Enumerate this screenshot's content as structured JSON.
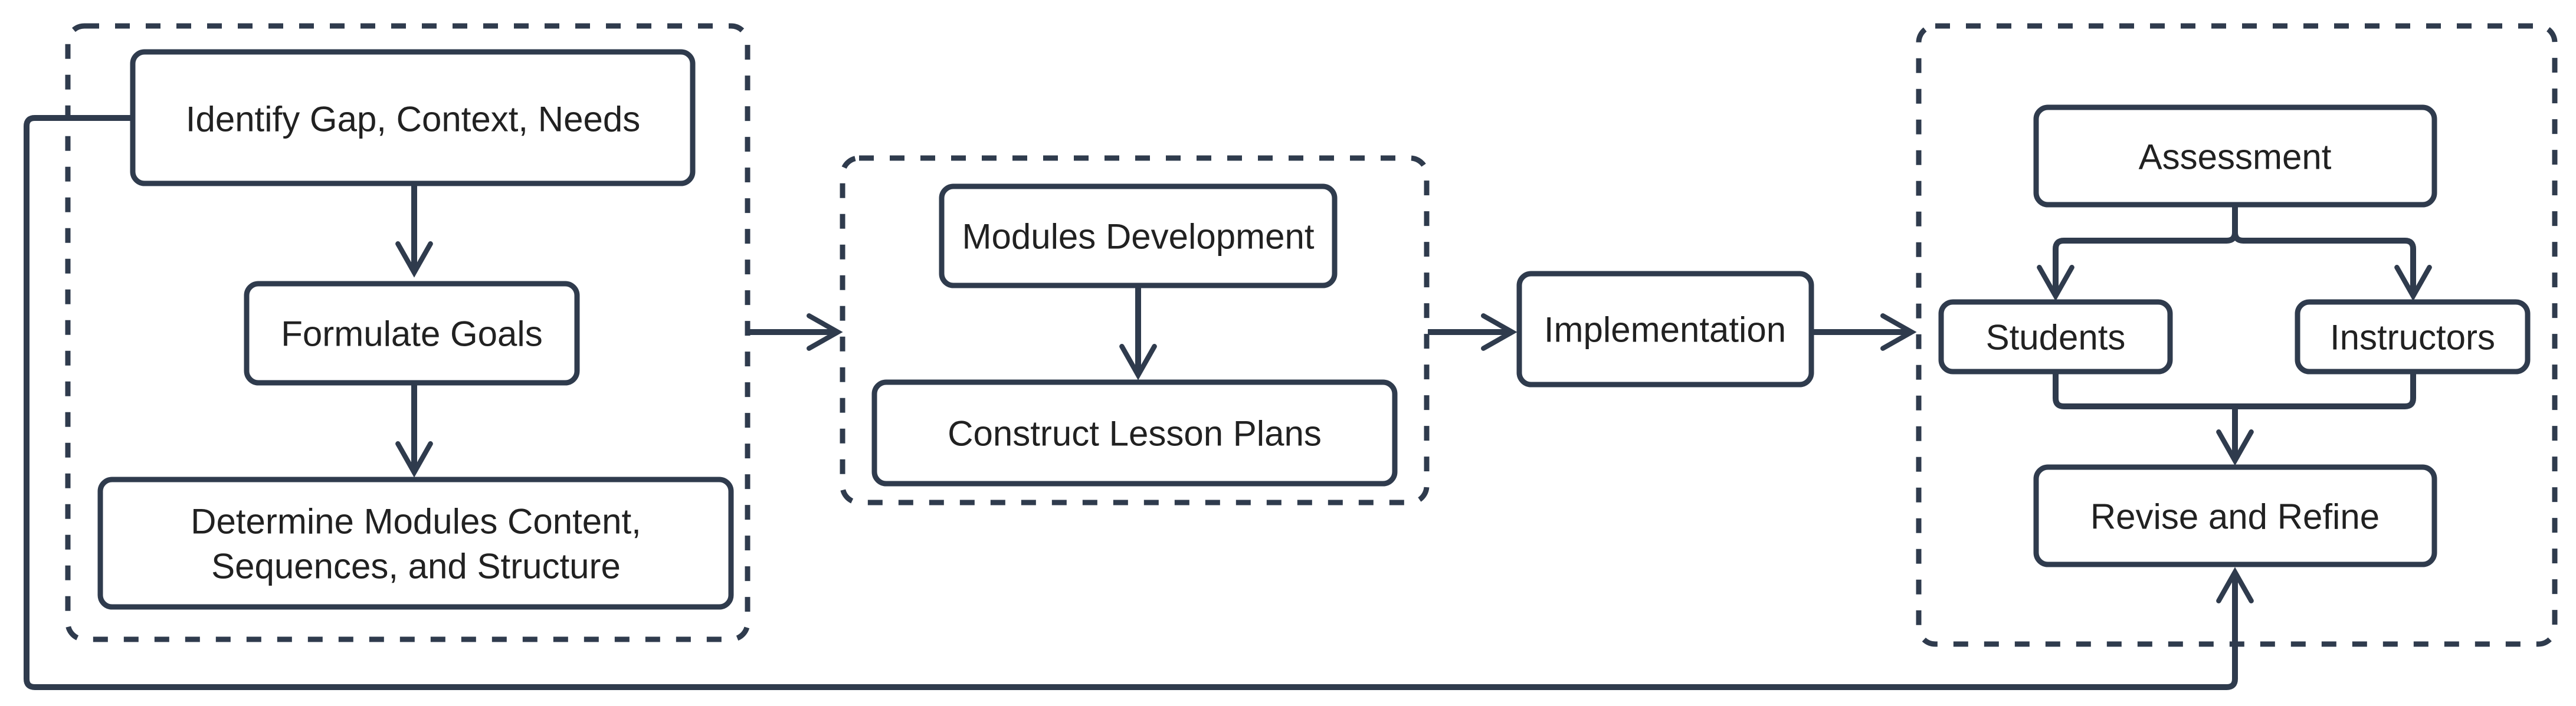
{
  "diagram": {
    "colors": {
      "line": "#2f3b4d",
      "box_fill": "#ffffff",
      "text": "#212121",
      "background": "#ffffff"
    },
    "nodes": {
      "identify": "Identify Gap, Context, Needs",
      "formulate": "Formulate Goals",
      "determine_line1": "Determine Modules Content,",
      "determine_line2": "Sequences, and Structure",
      "modules_development": "Modules Development",
      "construct_lesson_plans": "Construct Lesson Plans",
      "implementation": "Implementation",
      "assessment": "Assessment",
      "students": "Students",
      "instructors": "Instructors",
      "revise_refine": "Revise and Refine"
    }
  }
}
